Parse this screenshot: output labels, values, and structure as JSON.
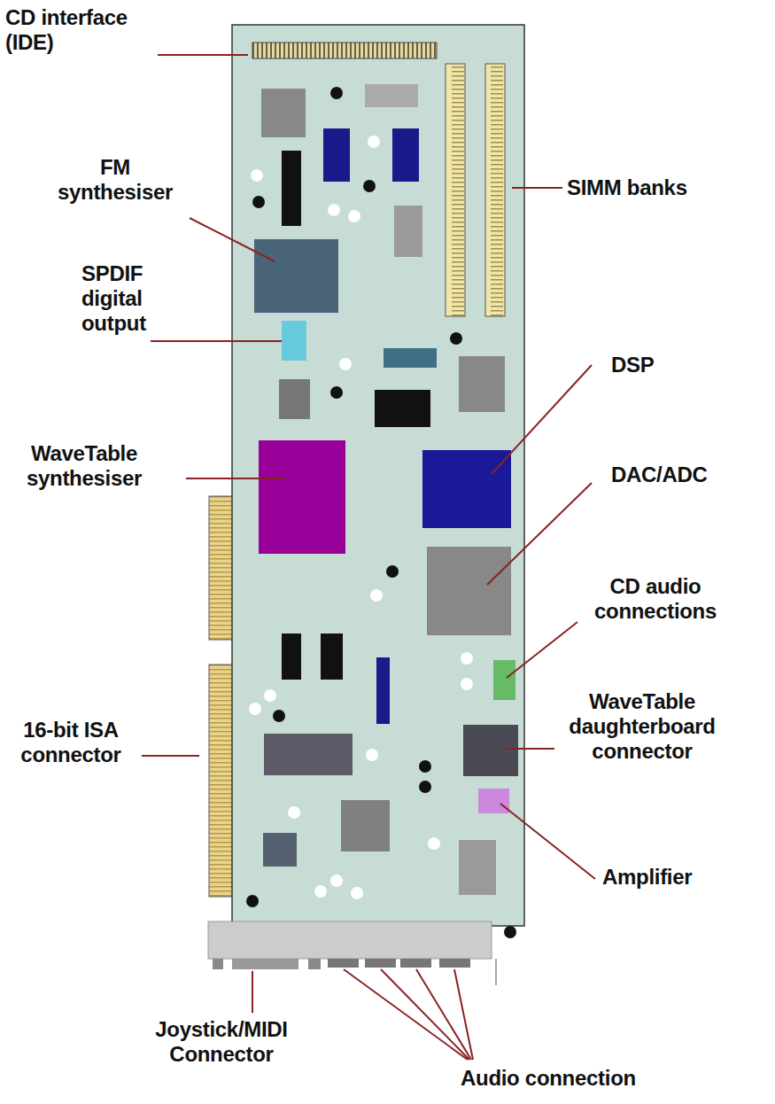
{
  "diagram": {
    "labels": [
      "CD interface (IDE)",
      "FM synthesiser",
      "SPDIF digital output",
      "WaveTable synthesiser",
      "16-bit ISA connector",
      "Joystick/MIDI Connector",
      "SIMM banks",
      "DSP",
      "DAC/ADC",
      "CD audio connections",
      "WaveTable daughterboard connector",
      "Amplifier",
      "Audio connection"
    ]
  }
}
